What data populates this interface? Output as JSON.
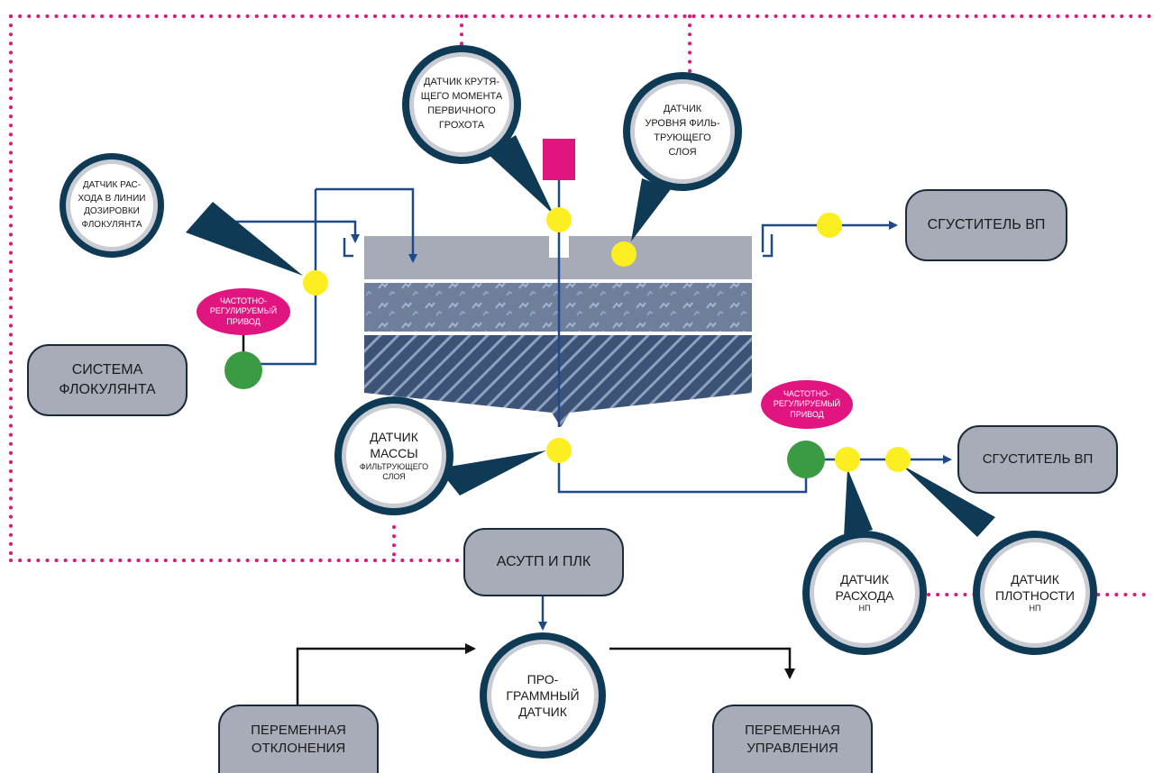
{
  "colors": {
    "dotted_line": "#e0157f",
    "flow_line": "#1e4a8a",
    "bubble_ring": "#0e3a55",
    "bubble_inner_ring": "#c9ccd2",
    "sensor_yellow": "#fcee21",
    "motor_green": "#3a9b43",
    "vfd_pink": "#e0157f",
    "box_fill": "#a8acb8",
    "filter_water": "#a7abb8",
    "filter_media": "#6f7f9a",
    "filter_bottom": "#3c5276"
  },
  "bubbles": {
    "flocculant_flow": "ДАТЧИК РАС-\nХОДА В ЛИНИИ\nДОЗИРОВКИ\nФЛОКУЛЯНТА",
    "screen_torque": "ДАТЧИК КРУТЯ-\nЩЕГО МОМЕНТА\nПЕРВИЧНОГО\nГРОХОТА",
    "bed_level": "ДАТЧИК\nУРОВНЯ ФИЛЬ-\nТРУЮЩЕГО\nСЛОЯ",
    "bed_mass_title": "ДАТЧИК\nМАССЫ",
    "bed_mass_sub": "ФИЛЬТРУЮЩЕГО\nСЛОЯ",
    "flow_np_title": "ДАТЧИК\nРАСХОДА",
    "flow_np_sub": "НП",
    "density_np_title": "ДАТЧИК\nПЛОТНОСТИ",
    "density_np_sub": "НП",
    "soft_sensor": "ПРО-\nГРАММНЫЙ\nДАТЧИК"
  },
  "vfd_labels": {
    "left": "ЧАСТОТНО-\nРЕГУЛИРУЕМЫЙ\nПРИВОД",
    "right": "ЧАСТОТНО-\nРЕГУЛИРУЕМЫЙ\nПРИВОД"
  },
  "boxes": {
    "thickener_top": "СГУСТИТЕЛЬ ВП",
    "thickener_mid": "СГУСТИТЕЛЬ ВП",
    "flocculant_system": "СИСТЕМА\nФЛОКУЛЯНТА",
    "apcs_plc": "АСУТП И ПЛК",
    "deviation_var": "ПЕРЕМЕННАЯ\nОТКЛОНЕНИЯ",
    "control_var": "ПЕРЕМЕННАЯ\nУПРАВЛЕНИЯ"
  }
}
